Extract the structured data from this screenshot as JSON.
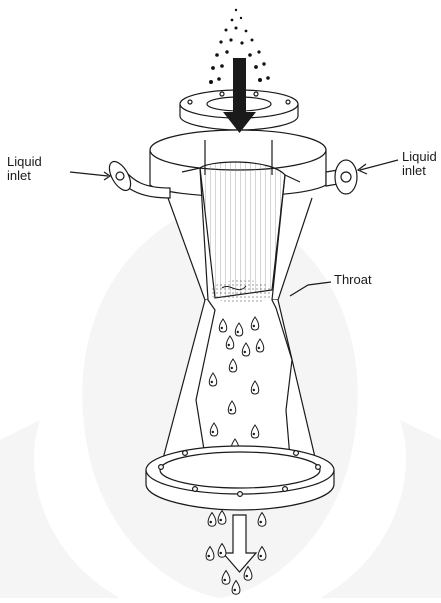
{
  "labels": {
    "liquid_inlet_left": [
      "Liquid",
      "inlet"
    ],
    "liquid_inlet_right": [
      "Liquid",
      "inlet"
    ],
    "throat": "Throat"
  },
  "colors": {
    "line": "#1a1a1a",
    "fill": "#ffffff",
    "shade": "#d9d9d9",
    "watermark": "#e6e6e6"
  },
  "icons": {
    "gas_inlet_arrow": "arrow-down-icon",
    "outlet_arrow": "arrow-down-outline-icon",
    "droplets": "droplet-icon"
  }
}
